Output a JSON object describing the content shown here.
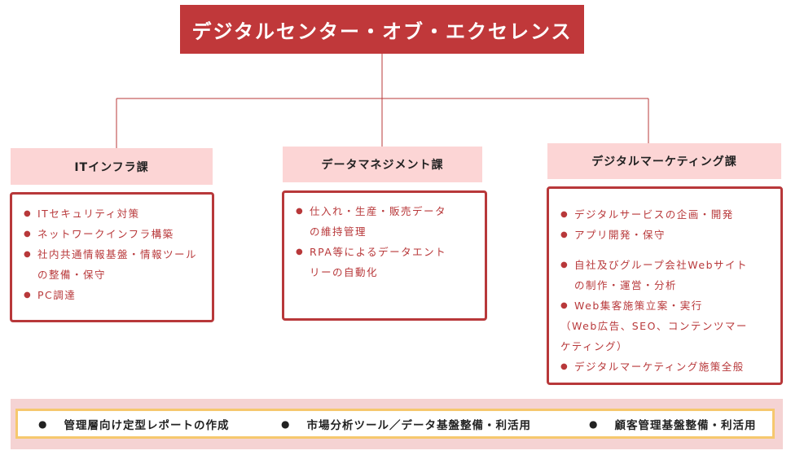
{
  "title": "デジタルセンター・オブ・エクセレンス",
  "departments": [
    {
      "name": "ITインフラ課",
      "items": [
        {
          "text": "ITセキュリティ対策",
          "bullet": true
        },
        {
          "text": "ネットワークインフラ構築",
          "bullet": true
        },
        {
          "text": "社内共通情報基盤・情報ツール",
          "bullet": true
        },
        {
          "text": "の整備・保守",
          "bullet": false
        },
        {
          "text": "PC調達",
          "bullet": true
        }
      ]
    },
    {
      "name": "データマネジメント課",
      "items": [
        {
          "text": "仕入れ・生産・販売データ",
          "bullet": true
        },
        {
          "text": "の維持管理",
          "bullet": false
        },
        {
          "text": "RPA等によるデータエント",
          "bullet": true
        },
        {
          "text": "リーの自動化",
          "bullet": false
        }
      ]
    },
    {
      "name": "デジタルマーケティング課",
      "items": [
        {
          "text": "デジタルサービスの企画・開発",
          "bullet": true
        },
        {
          "text": "アプリ開発・保守",
          "bullet": true
        },
        {
          "text": "自社及びグループ会社Webサイト",
          "bullet": true
        },
        {
          "text": "の制作・運営・分析",
          "bullet": false
        },
        {
          "text": "Web集客施策立案・実行",
          "bullet": true
        },
        {
          "text": "（Web広告、SEO、コンテンツマー",
          "bullet": false
        },
        {
          "text": "ケティング）",
          "bullet": false
        },
        {
          "text": "デジタルマーケティング施策全般",
          "bullet": true
        }
      ]
    }
  ],
  "shared_services": [
    "管理層向け定型レポートの作成",
    "市場分析ツール／データ基盤整備・利活用",
    "顧客管理基盤整備・利活用"
  ],
  "colors": {
    "accent": "#c0383a",
    "header_fill": "#fcd5d5",
    "band_fill": "#f5d3d3",
    "band_border": "#f6c86e"
  }
}
